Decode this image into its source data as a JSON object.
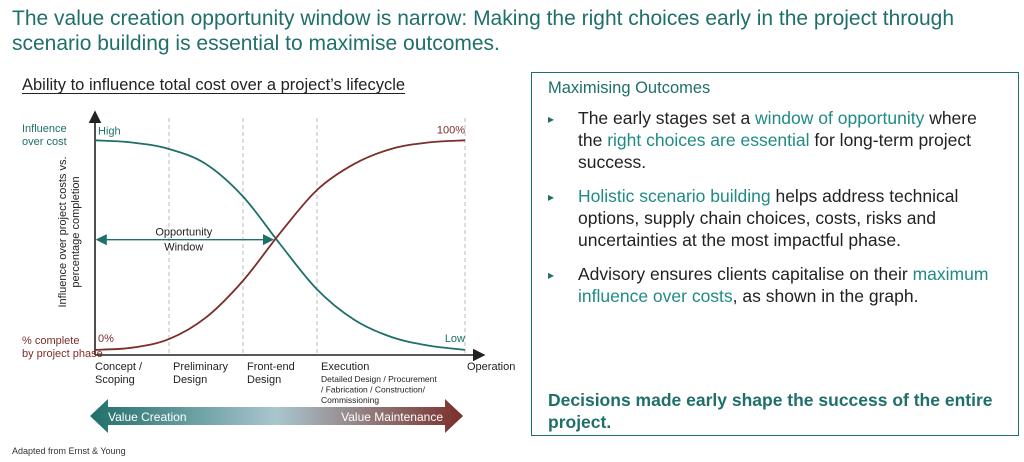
{
  "headline": "The value creation opportunity window is narrow: Making the right choices early in the project through scenario building is essential to maximise outcomes.",
  "chart_data": {
    "type": "line",
    "title": "Ability to influence total cost over a project’s lifecycle",
    "ylabel": "Influence over project costs vs. percentage completion",
    "y_top_label": "Influence over cost",
    "y_bottom_label": "% complete by project phase",
    "ylim": [
      0,
      100
    ],
    "x": [
      0,
      0.5,
      1,
      1.5,
      2,
      2.5,
      3,
      3.5,
      4,
      4.5,
      5
    ],
    "xlim": [
      0,
      5
    ],
    "phases": [
      {
        "label": "Concept / Scoping",
        "start": 0
      },
      {
        "label": "Preliminary Design",
        "start": 1
      },
      {
        "label": "Front-end Design",
        "start": 2
      },
      {
        "label": "Execution",
        "sublabel": "Detailed Design / Procurement / Fabrication / Construction/ Commissioning",
        "start": 3
      }
    ],
    "end_label": "Operation",
    "gridlines_x": [
      1,
      2,
      3,
      5
    ],
    "series": [
      {
        "key": "influence",
        "color": "#1f6f6a",
        "values": [
          98,
          97,
          94,
          87,
          72,
          50,
          29,
          15,
          7,
          3,
          1
        ],
        "start_label": "High",
        "end_label": "Low"
      },
      {
        "key": "completion",
        "color": "#7b2e2a",
        "values": [
          1,
          2,
          6,
          16,
          33,
          55,
          75,
          87,
          94,
          97,
          98
        ],
        "start_label": "0%",
        "end_label": "100%"
      }
    ],
    "window": {
      "label": "Opportunity Window",
      "x_start": 0,
      "x_end": 2.4,
      "y": 52
    },
    "band": {
      "left_label": "Value Creation",
      "right_label": "Value Maintenance",
      "left_color": "#1f6f6a",
      "mid_color": "#a9c6ce",
      "right_color": "#7b2e2a"
    }
  },
  "panel": {
    "title": "Maximising Outcomes",
    "points": [
      [
        {
          "t": "The early stages set a "
        },
        {
          "t": "window of opportunity",
          "hl": true
        },
        {
          "t": " where the "
        },
        {
          "t": "right choices are essential",
          "hl": true
        },
        {
          "t": " for long-term project success."
        }
      ],
      [
        {
          "t": "Holistic scenario building",
          "hl": true
        },
        {
          "t": " helps address technical options, supply chain choices, costs, risks and uncertainties at the most impactful phase."
        }
      ],
      [
        {
          "t": "Advisory ensures clients capitalise on their "
        },
        {
          "t": "maximum influence over costs",
          "hl": true
        },
        {
          "t": ", as shown in the graph."
        }
      ]
    ],
    "conclusion": "Decisions made early shape the success of the entire project."
  },
  "source": "Adapted from Ernst & Young",
  "colors": {
    "teal": "#1f6f6a",
    "maroon": "#7b2e2a",
    "highlight": "#1f8a86"
  }
}
